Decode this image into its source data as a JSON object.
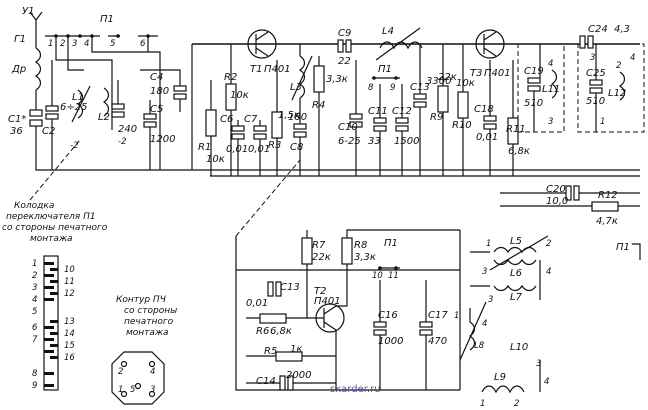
{
  "components": {
    "y1": "У1",
    "g1": "Г1",
    "dr": "Др",
    "p1": "П1",
    "c1": "С1*",
    "c1v": "36",
    "c2": "С2",
    "c2v": "6÷25",
    "c4": "С4",
    "c4v": "180",
    "c3v": "240",
    "c3m": "-2",
    "c2m": "-2",
    "c5": "С5",
    "c5v": "1200",
    "l1": "L1",
    "l2": "L2",
    "r1": "R1",
    "r1v": "10к",
    "r2": "R2",
    "r2v": "10к",
    "c6": "С6",
    "c6v": "0,01",
    "c7": "С7",
    "c7v": "0,01",
    "r3": "R3",
    "r3v": "1,5к",
    "c8": "С8",
    "c8v": "180",
    "l3": "L3",
    "r4": "R4",
    "r4v": "3,3к",
    "c9": "С9",
    "c9v": "22",
    "l4": "L4",
    "c10": "С10",
    "c10v": "6-25",
    "c11": "С11",
    "c11v": "33",
    "c12": "С12",
    "c12v": "1500",
    "c13": "С13",
    "c13v": "3300",
    "r9": "R9",
    "r9v": "22к",
    "r10": "R10",
    "r10v": "10к",
    "c18": "С18",
    "c18v": "0,01",
    "r11": "R11",
    "r11v": "6,8к",
    "t1": "Т1",
    "t1v": "П401",
    "t2": "Т2",
    "t2v": "П401",
    "t3": "Т3",
    "t3v": "П401",
    "c19": "С19",
    "c19v": "510",
    "l11": "L11",
    "c24": "С24",
    "c24v": "4,3",
    "c25": "С25",
    "c25v": "510",
    "l12": "L12",
    "c20": "С20",
    "c20v": "10,0",
    "r12": "R12",
    "r12v": "4,7к",
    "p1b": "П1",
    "r7": "R7",
    "r7v": "22к",
    "r8": "R8",
    "r8v": "3,3к",
    "p1c": "П1",
    "c13b": "С13",
    "c13bv": "0,01",
    "r6": "R6",
    "r6v": "6,8к",
    "c16": "С16",
    "c16v": "1000",
    "c17": "С17",
    "c17v": "470",
    "r5": "R5",
    "r5v": "1к",
    "c14": "С14",
    "c14v": "2000",
    "l5": "L5",
    "l6": "L6",
    "l7": "L7",
    "l8": "L8",
    "l9": "L9",
    "l10": "L10"
  },
  "pins": {
    "top": [
      "1",
      "2",
      "3",
      "4",
      "5",
      "6"
    ],
    "p1_a": "8",
    "p1_b": "9",
    "p1_c": "10",
    "p1_d": "11",
    "coil_1": "1",
    "coil_2": "2",
    "coil_3": "3",
    "coil_4": "4",
    "if_1": "1",
    "if_2": "2",
    "if_3": "3",
    "if_4": "4",
    "l9_1": "1",
    "l9_2": "2",
    "ta": "3",
    "tb": "4",
    "tc": "1",
    "td": "2",
    "te": "3",
    "tf": "4"
  },
  "notes": {
    "switch_block": [
      "Колодка",
      "переключателя П1",
      "со стороны печатного",
      "монтажа"
    ],
    "if_contour": [
      "Контур ПЧ",
      "со стороны",
      "печатного",
      "монтажа"
    ],
    "left_pins": [
      "1",
      "2",
      "3",
      "4",
      "5",
      "6",
      "7",
      "8",
      "9"
    ],
    "right_pins": [
      "10",
      "11",
      "12",
      "13",
      "14",
      "15",
      "16"
    ],
    "socket_pins": [
      "1",
      "2",
      "3",
      "4",
      "5"
    ]
  },
  "watermark": "sxarder.ru"
}
